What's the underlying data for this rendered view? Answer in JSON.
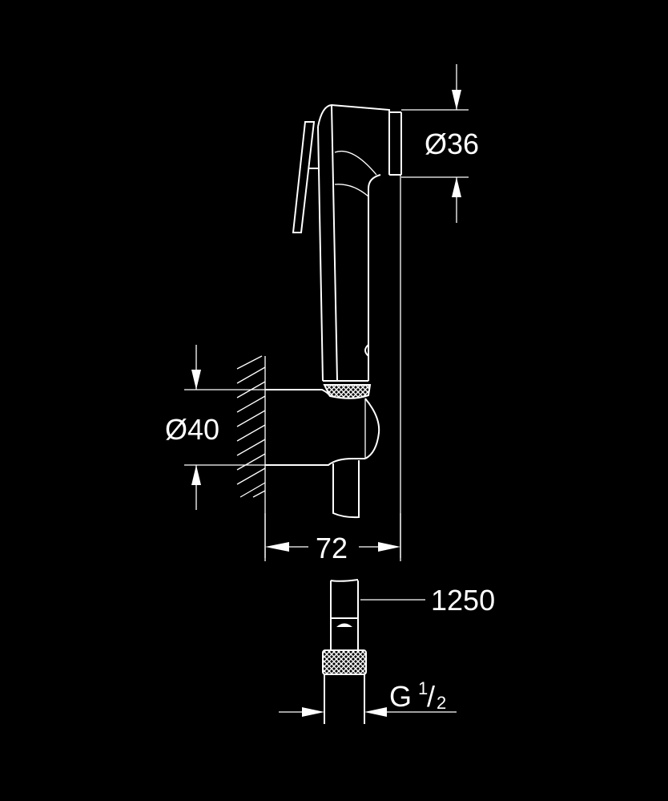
{
  "drawing": {
    "subject": "hand shower with wall holder and hose",
    "background": "#000000",
    "stroke_color": "#ffffff"
  },
  "dimensions": {
    "head_diameter": "Ø36",
    "holder_diameter": "Ø40",
    "projection": "72",
    "hose_length": "1250",
    "thread": {
      "letter": "G",
      "numerator": "1",
      "slash": "/",
      "denominator": "2"
    }
  }
}
